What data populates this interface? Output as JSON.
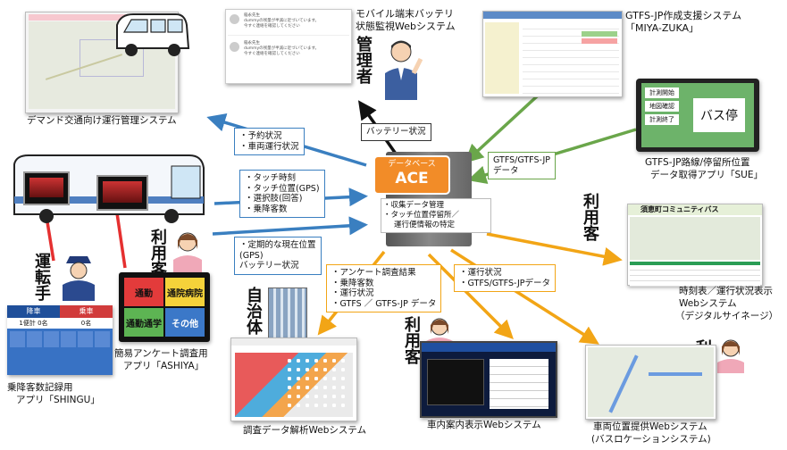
{
  "center": {
    "title": "データベース",
    "name": "ACE",
    "bullets": [
      "・収集データ管理",
      "・タッチ位置停留所／",
      "運行便情報の特定"
    ]
  },
  "notes": {
    "reservation": [
      "・予約状況",
      "・車両運行状況"
    ],
    "battery": "バッテリー状況",
    "gtfs_in": [
      "GTFS/GTFS-JP",
      "データ"
    ],
    "touch": [
      "・タッチ時刻",
      "・タッチ位置(GPS)",
      "・選択肢(回答)",
      "・乗降客数"
    ],
    "position": [
      "・定期的な現在位置",
      "(GPS)",
      "バッテリー状況"
    ],
    "survey": [
      "・アンケート調査結果",
      "・乗降客数",
      "・運行状況",
      "・GTFS ／ GTFS-JP データ"
    ],
    "operation": [
      "・運行状況",
      "・GTFS/GTFS-JPデータ"
    ]
  },
  "systems": {
    "demand": "デマンド交通向け運行管理システム",
    "battery_monitor": [
      "モバイル端末バッテリ",
      "状態監視Webシステム"
    ],
    "miyazuka": [
      "GTFS-JP作成支援システム",
      "「MIYA-ZUKA」"
    ],
    "sue": [
      "GTFS-JP路線/停留所位置",
      "データ取得アプリ「SUE」"
    ],
    "timetable": [
      "時刻表／運行状況表示",
      "Webシステム",
      "（デジタルサイネージ）"
    ],
    "ashiya": [
      "簡易アンケート調査用",
      "アプリ「ASHIYA」"
    ],
    "shingu": [
      "乗降客数記録用",
      "アプリ「SHINGU」"
    ],
    "analysis": "調査データ解析Webシステム",
    "in_vehicle": "車内案内表示Webシステム",
    "location": [
      "車両位置提供Webシステム",
      "(バスロケーションシステム)"
    ]
  },
  "roles": {
    "manager": "管理者",
    "driver": "運転手",
    "passenger": "利用客",
    "municipality": "自治体"
  },
  "ashiya_app": {
    "tiles": [
      "通勤",
      "通院病院",
      "通勤通学",
      "その他"
    ]
  },
  "shingu_app": {
    "header": [
      "降車",
      "乗車"
    ],
    "counts": [
      "1便計 0名",
      "0名"
    ]
  },
  "sue_app": {
    "buttons": [
      "計測開始",
      "地図確認",
      "計測終了"
    ],
    "stop": "バス停"
  },
  "signage": {
    "title": "須恵町コミュニティバス"
  },
  "email": {
    "sender": "稲永先生",
    "lines": [
      "dummyの残量が半減に近づいています。",
      "今すぐ連絡を確認してください"
    ]
  },
  "colors": {
    "blue": "#3a7fc0",
    "yellow": "#f2a516",
    "green": "#6aa64a",
    "orange_db": "#f28c28"
  },
  "icons": [
    "bus-icon",
    "van-icon",
    "database-server-icon",
    "person-icon",
    "map-icon",
    "tablet-icon"
  ]
}
